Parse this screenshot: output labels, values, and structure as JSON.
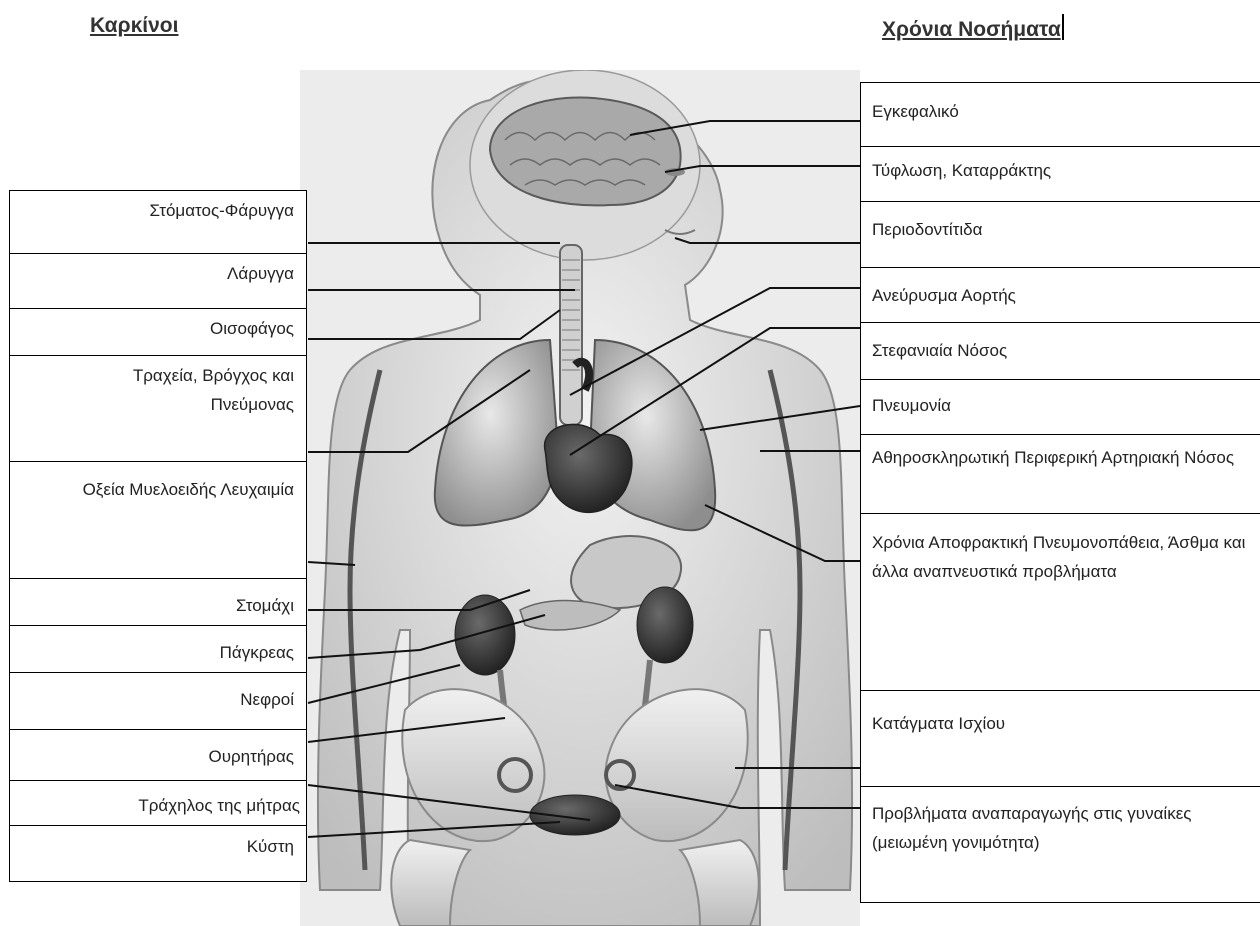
{
  "headings": {
    "left": "Καρκίνοι",
    "right": "Χρόνια Νοσήματα"
  },
  "cancers": [
    "Στόματος-Φάρυγγα",
    "Λάρυγγα",
    "Οισοφάγος",
    "Τραχεία, Βρόγχος και Πνεύμονας",
    "Οξεία Μυελοειδής Λευχαιμία",
    "Στομάχι",
    "Πάγκρεας",
    "Νεφροί",
    "Ουρητήρας",
    "Τράχηλος της μήτρας",
    "Κύστη"
  ],
  "chronic_diseases": [
    "Εγκεφαλικό",
    "Τύφλωση, Καταρράκτης",
    "Περιοδοντίτιδα",
    "Ανεύρυσμα Αορτής",
    "Στεφανιαία Νόσος",
    "Πνευμονία",
    "Αθηροσκληρωτική Περιφερική Αρτηριακή Νόσος",
    "Χρόνια Αποφρακτική Πνευμονοπάθεια, Άσθμα και άλλα αναπνευστικά προβλήματα",
    "Κατάγματα Ισχίου",
    "Προβλήματα αναπαραγωγής στις γυναίκες (μειωμένη γονιμότητα)"
  ]
}
